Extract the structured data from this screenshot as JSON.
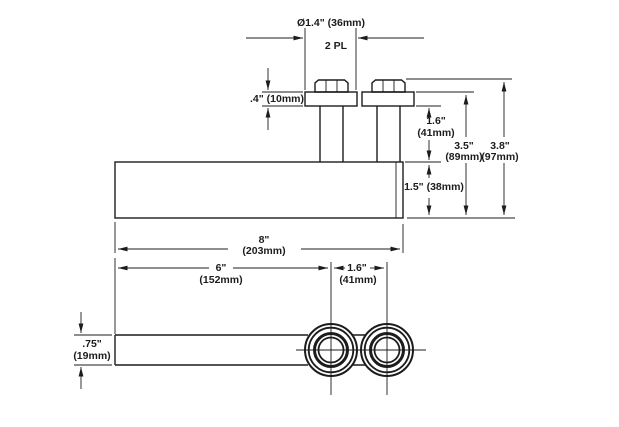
{
  "drawing": {
    "type": "technical-dimension-drawing",
    "colors": {
      "line": "#1c1c1c",
      "background": "#ffffff"
    },
    "dimensions": {
      "bolt_head_diameter": {
        "value": "Ø1.4\" (36mm)",
        "note": "2 PL"
      },
      "washer_thickness": {
        "value": ".4\" (10mm)"
      },
      "exposed_shank_height": {
        "value": "1.6\"",
        "metric": "(41mm)"
      },
      "washer_top_height": {
        "value": "3.5\"",
        "metric": "(89mm)"
      },
      "overall_height": {
        "value": "3.8\"",
        "metric": "(97mm)"
      },
      "plate_thickness": {
        "value": "1.5\" (38mm)"
      },
      "plate_length": {
        "value": "8\"",
        "metric": "(203mm)"
      },
      "first_bolt_offset": {
        "value": "6\"",
        "metric": "(152mm)"
      },
      "bolt_spacing": {
        "value": "1.6\"",
        "metric": "(41mm)"
      },
      "bar_thickness": {
        "value": ".75\"",
        "metric": "(19mm)"
      }
    }
  }
}
